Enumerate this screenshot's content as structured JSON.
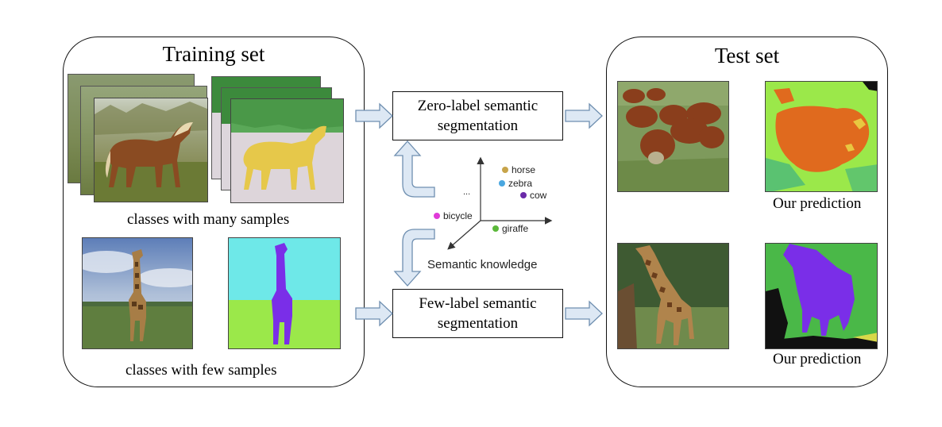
{
  "training": {
    "title": "Training set",
    "many_caption": "classes  with many samples",
    "few_caption": "classes with few samples"
  },
  "test": {
    "title": "Test set",
    "prediction_top": "Our prediction",
    "prediction_bottom": "Our prediction"
  },
  "zero_label": {
    "line1": "Zero-label  semantic",
    "line2": "segmentation"
  },
  "few_label": {
    "line1": "Few-label  semantic",
    "line2": "segmentation"
  },
  "knowledge": {
    "caption": "Semantic knowledge",
    "ellipsis": "...",
    "points": [
      {
        "label": "horse",
        "color": "#c7a44a"
      },
      {
        "label": "zebra",
        "color": "#4aa7e0"
      },
      {
        "label": "cow",
        "color": "#6a2aa8"
      },
      {
        "label": "bicycle",
        "color": "#e03ad8"
      },
      {
        "label": "giraffe",
        "color": "#5bb83a"
      }
    ]
  },
  "colors": {
    "arrow_fill": "#dde8f4",
    "arrow_stroke": "#6f8fb0",
    "horse_mask": "#e6c84a",
    "giraffe_mask": "#7a2ee8",
    "cow_mask": "#e06a1e",
    "grass_mask": "#9be84a",
    "sky_mask": "#6ee8e8"
  }
}
